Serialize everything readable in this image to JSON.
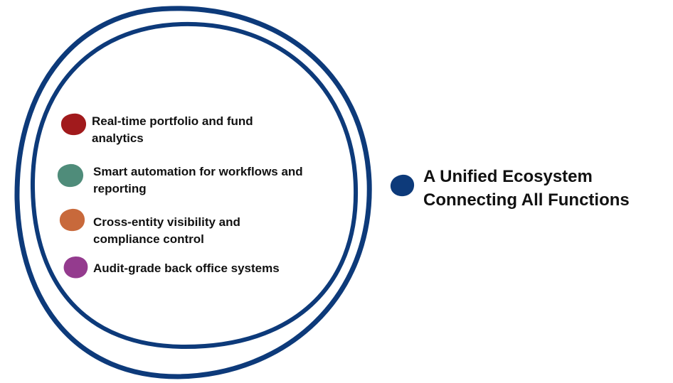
{
  "title": {
    "line1": "A Unified Ecosystem",
    "line2": "Connecting All Functions"
  },
  "colors": {
    "ring": "#0d3a7a",
    "title_dot": "#0d3a7a",
    "text": "#111111"
  },
  "items": [
    {
      "line1": "Real-time portfolio and fund",
      "line2": "analytics",
      "color": "#a11a1c"
    },
    {
      "line1": "Smart automation for workflows and",
      "line2": "reporting",
      "color": "#4f8c7a"
    },
    {
      "line1": "Cross-entity visibility and",
      "line2": "compliance control",
      "color": "#c8693b"
    },
    {
      "line1": "Audit-grade back office systems",
      "line2": "",
      "color": "#943b8e"
    }
  ]
}
